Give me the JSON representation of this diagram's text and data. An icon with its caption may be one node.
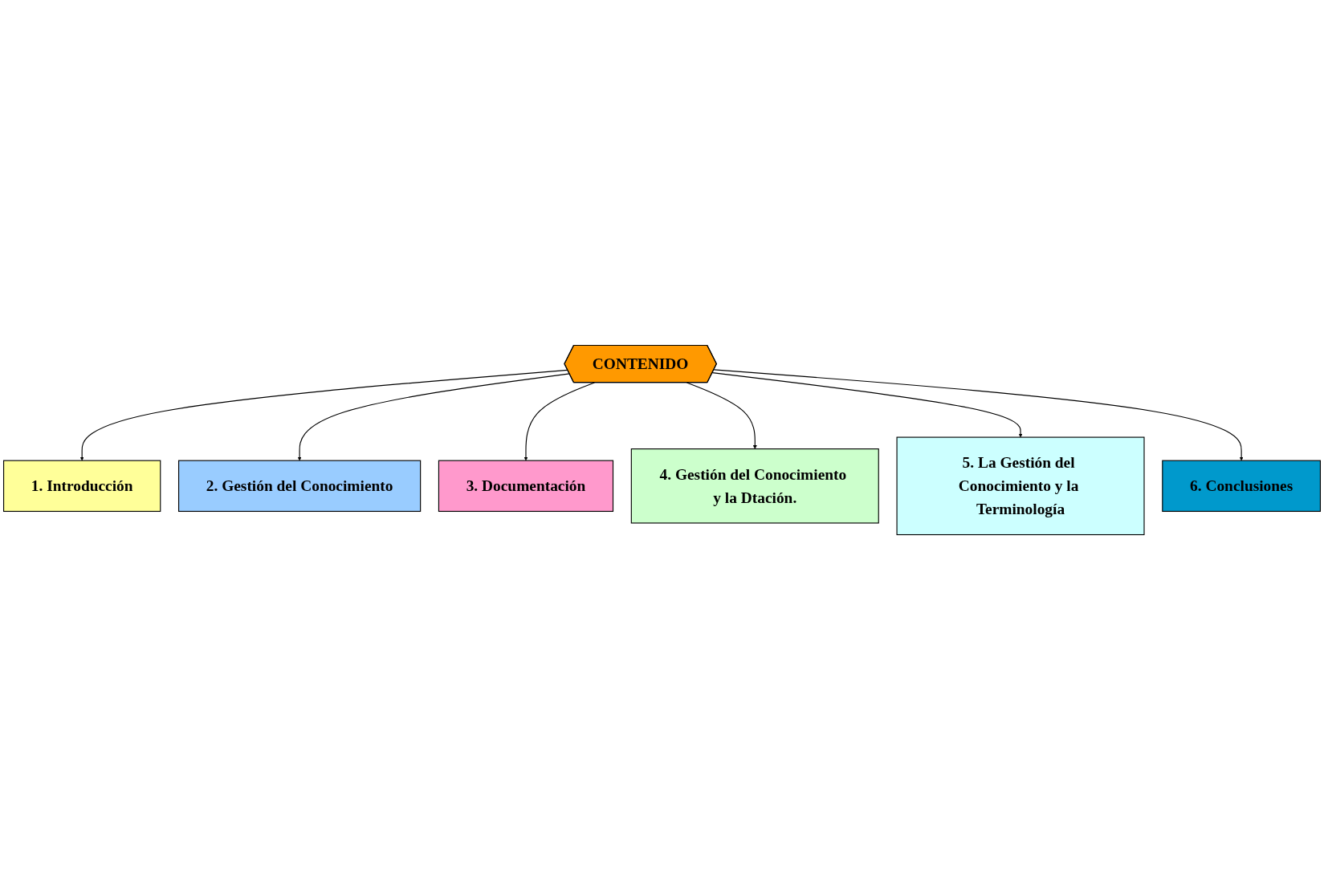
{
  "diagram": {
    "nodes": [
      {
        "text": [
          "1. Introducción"
        ]
      },
      {
        "text": [
          "2. Gestión del Conocimiento"
        ]
      },
      {
        "text": [
          "3. Documentación"
        ]
      },
      {
        "text": [
          "CONTENIDO"
        ]
      },
      {
        "text": [
          "4. Gestión del Conocimiento y la Dtación."
        ]
      },
      {
        "text": [
          "5. La Gestión del Conocimiento y la Terminología"
        ]
      },
      {
        "text": [
          "6. Conclusiones"
        ]
      }
    ],
    "edges": [
      {
        "from": 3,
        "to": 0,
        "arrow": "to"
      },
      {
        "from": 3,
        "to": 1,
        "arrow": "to"
      },
      {
        "from": 3,
        "to": 2,
        "arrow": "to"
      },
      {
        "from": 3,
        "to": 4,
        "arrow": "to"
      },
      {
        "from": 3,
        "to": 5,
        "arrow": "to"
      },
      {
        "from": 3,
        "to": 6,
        "arrow": "to"
      }
    ]
  }
}
